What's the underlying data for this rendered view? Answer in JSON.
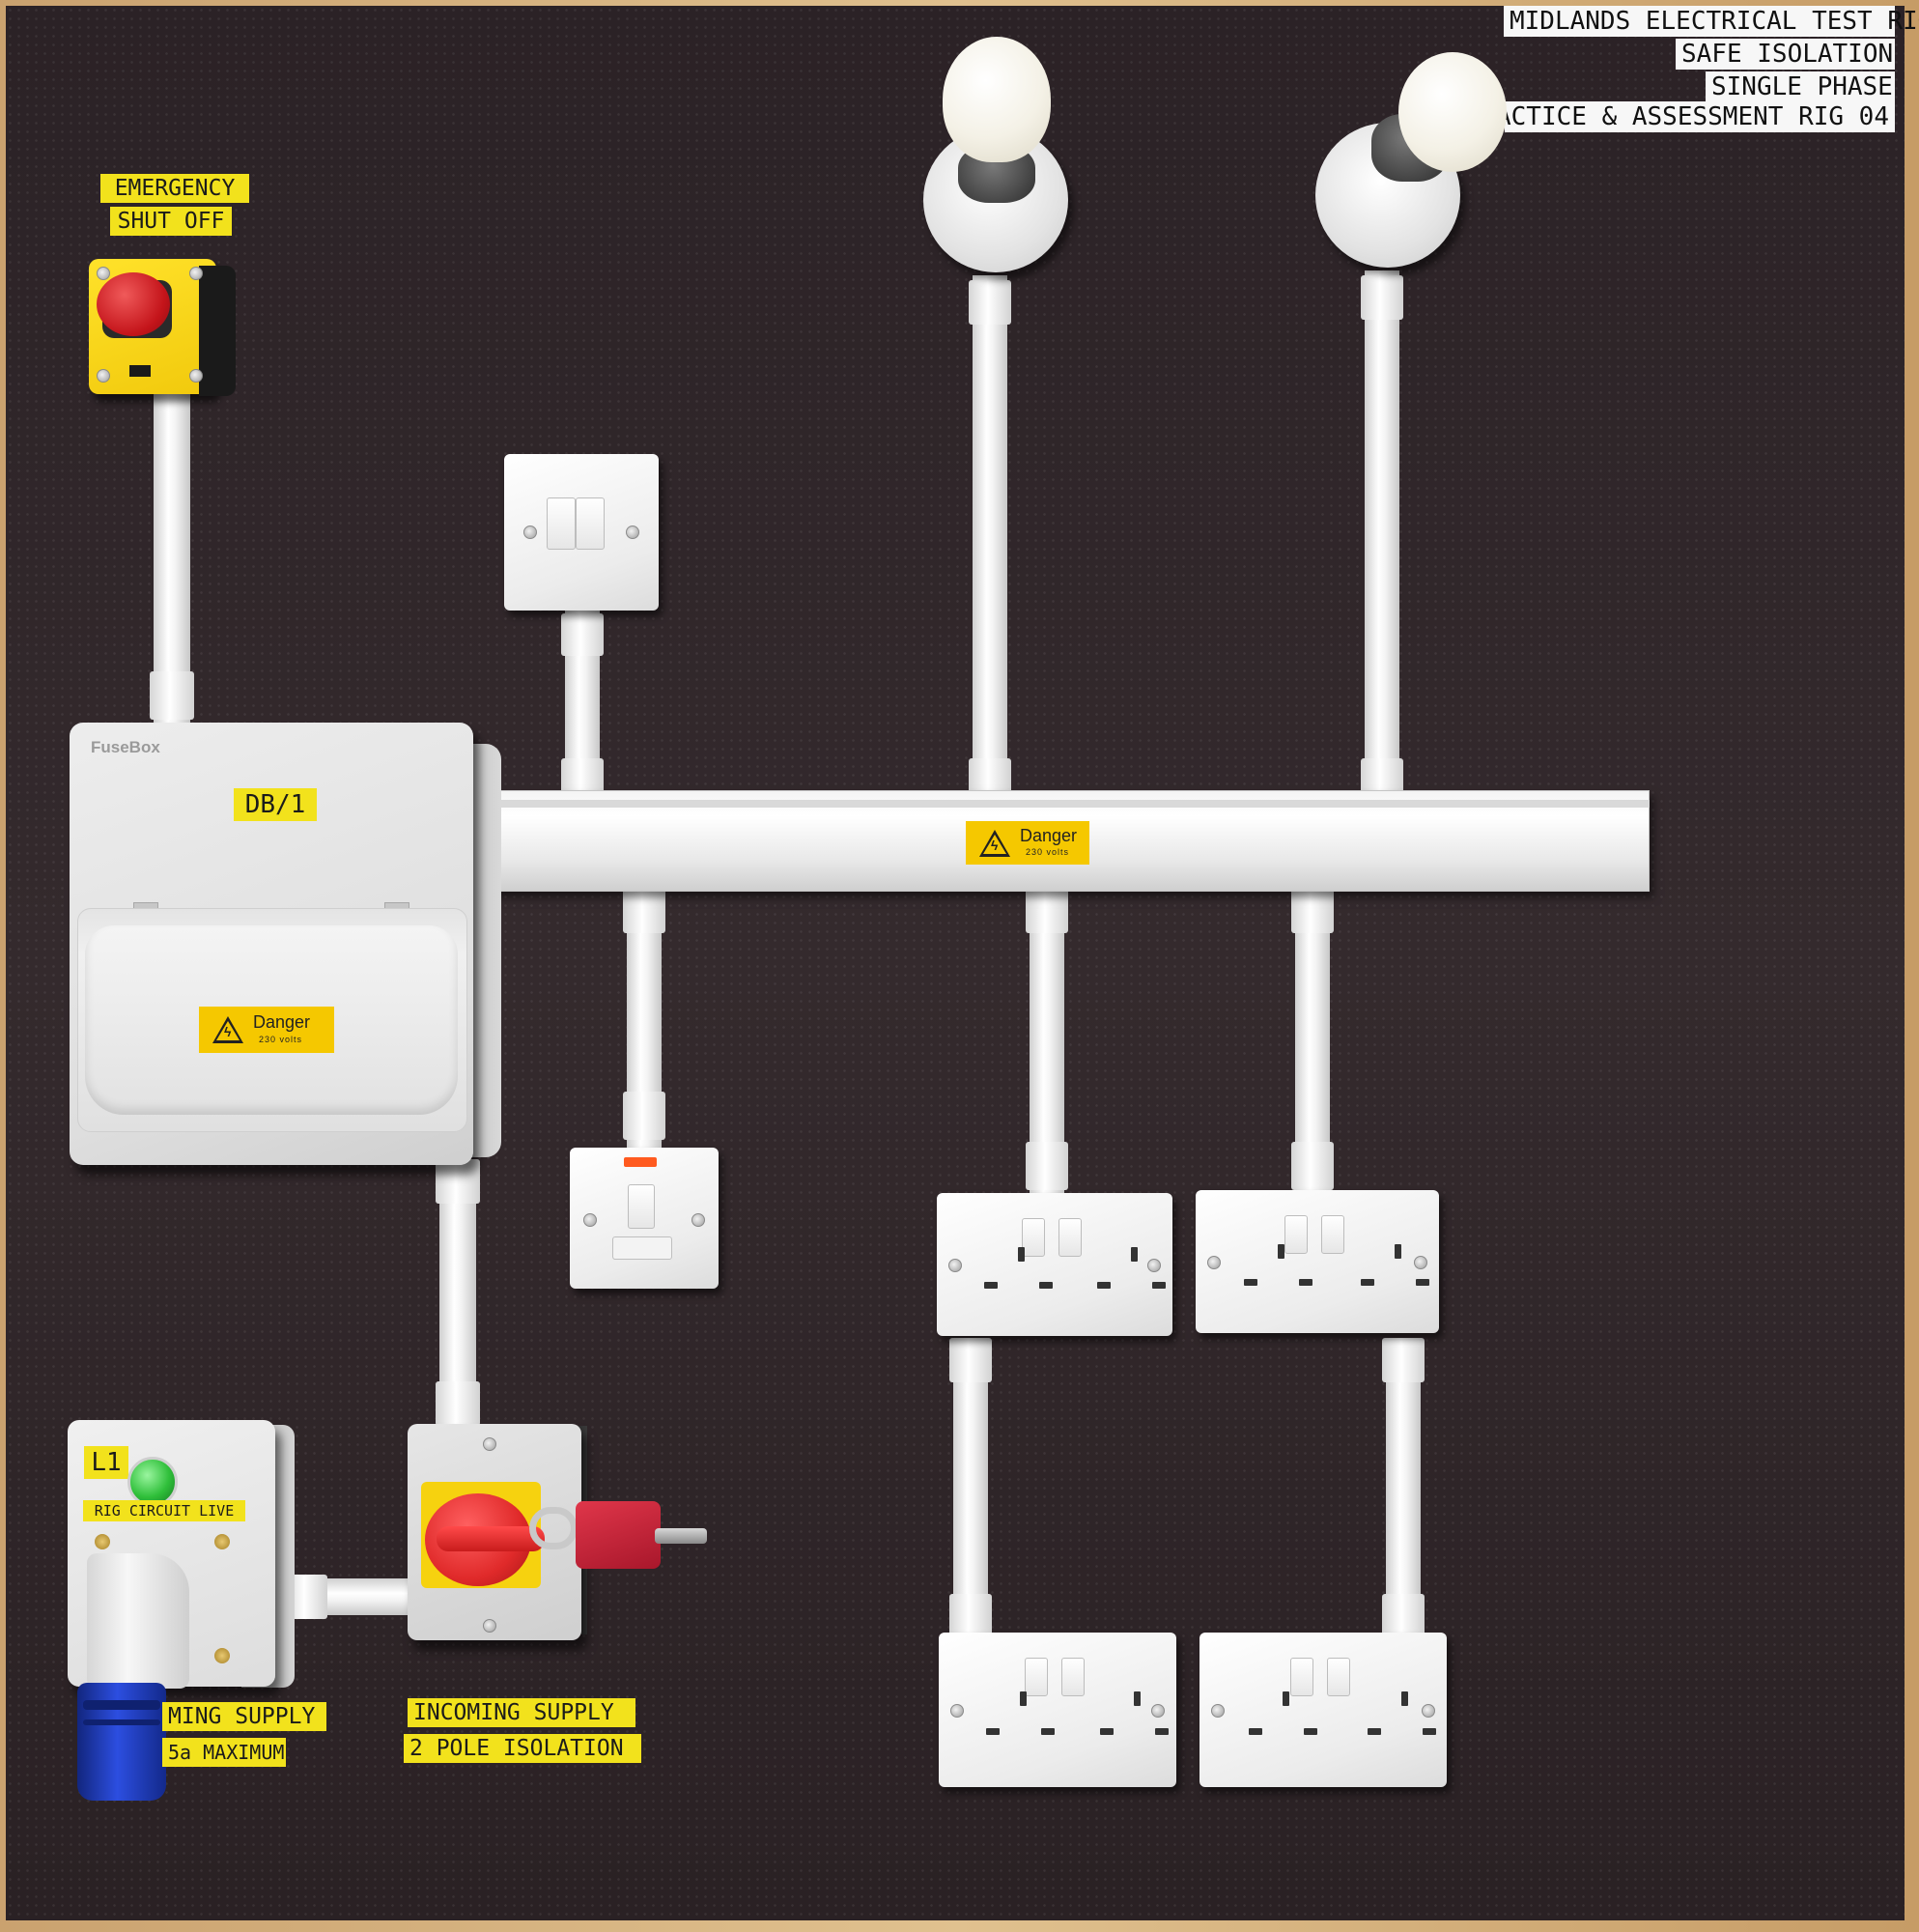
{
  "header_labels": [
    "MIDLANDS ELECTRICAL TEST RIGS",
    "SAFE ISOLATION",
    "SINGLE PHASE",
    "ACTICE & ASSESSMENT RIG 04"
  ],
  "emergency": {
    "line1": "EMERGENCY",
    "line2": "SHUT OFF"
  },
  "distribution_board": {
    "brand": "FuseBox",
    "id_label": "DB/1"
  },
  "danger_sign": {
    "title": "Danger",
    "subtitle": "230 volts"
  },
  "indicator": {
    "id_label": "L1",
    "status_label": "RIG CIRCUIT LIVE",
    "lamp_color": "#2fbf3a"
  },
  "supply_labels": {
    "left_line1": "MING SUPPLY",
    "left_line2": "5a MAXIMUM",
    "right_line1": "INCOMING SUPPLY",
    "right_line2": "2 POLE ISOLATION"
  },
  "colors": {
    "board": "#2e2528",
    "label_yellow": "#f2e21c",
    "danger_yellow": "#f5c800",
    "isolator_red": "#e02a2a",
    "plug_blue": "#1f3fc0",
    "lock_red": "#c8263a",
    "neon_orange": "#ff5a1f"
  },
  "icons": [
    "emergency-stop-icon",
    "lamp-icon",
    "light-switch-icon",
    "fused-spur-icon",
    "double-socket-icon",
    "rotary-isolator-icon",
    "padlock-icon",
    "commando-plug-icon",
    "danger-triangle-icon"
  ]
}
